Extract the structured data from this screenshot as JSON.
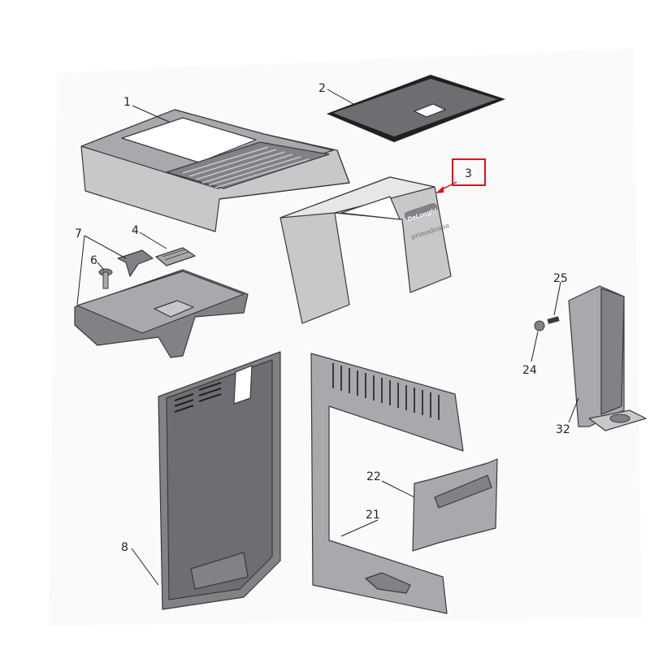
{
  "diagram": {
    "callouts": {
      "c1": "1",
      "c2": "2",
      "c3": "3",
      "c4": "4",
      "c6": "6",
      "c7": "7",
      "c8": "8",
      "c21": "21",
      "c22": "22",
      "c24": "24",
      "c25": "25",
      "c32": "32"
    },
    "panel_logo": "DeLonghi",
    "panel_model": "primadonna",
    "highlight_color": "#d7161e",
    "part_colors": {
      "light": "#c7c8ca",
      "mid": "#a7a9ac",
      "dark": "#808285",
      "edge": "#3a3a3c"
    }
  }
}
